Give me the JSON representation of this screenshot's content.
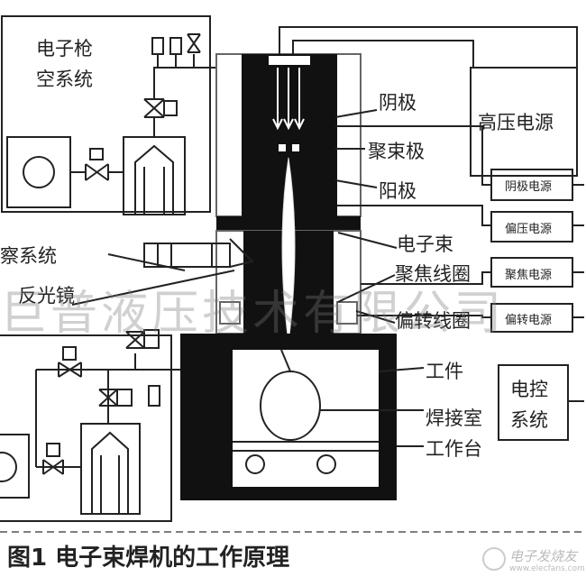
{
  "labels": {
    "gun_vacuum_1": "电子枪",
    "gun_vacuum_2": "空系统",
    "cathode": "阴极",
    "focusing_electrode": "聚束极",
    "anode": "阳极",
    "electron_beam": "电子束",
    "focus_coil": "聚焦线圈",
    "deflection_coil": "偏转线圈",
    "workpiece": "工件",
    "weld_chamber": "焊接室",
    "worktable": "工作台",
    "observation": "察系统",
    "reflector": "反光镜",
    "hv_supply": "高压电源",
    "cathode_supply": "阴极电源",
    "bias_supply": "偏压电源",
    "focus_supply": "聚焦电源",
    "deflection_supply": "偏转电源",
    "control_1": "电控",
    "control_2": "系统"
  },
  "caption": "图1  电子束焊机的工作原理",
  "watermark": "巨普液压技术有限公司",
  "logo": {
    "name": "电子发烧友",
    "url_text": "www.elecfans.com"
  }
}
